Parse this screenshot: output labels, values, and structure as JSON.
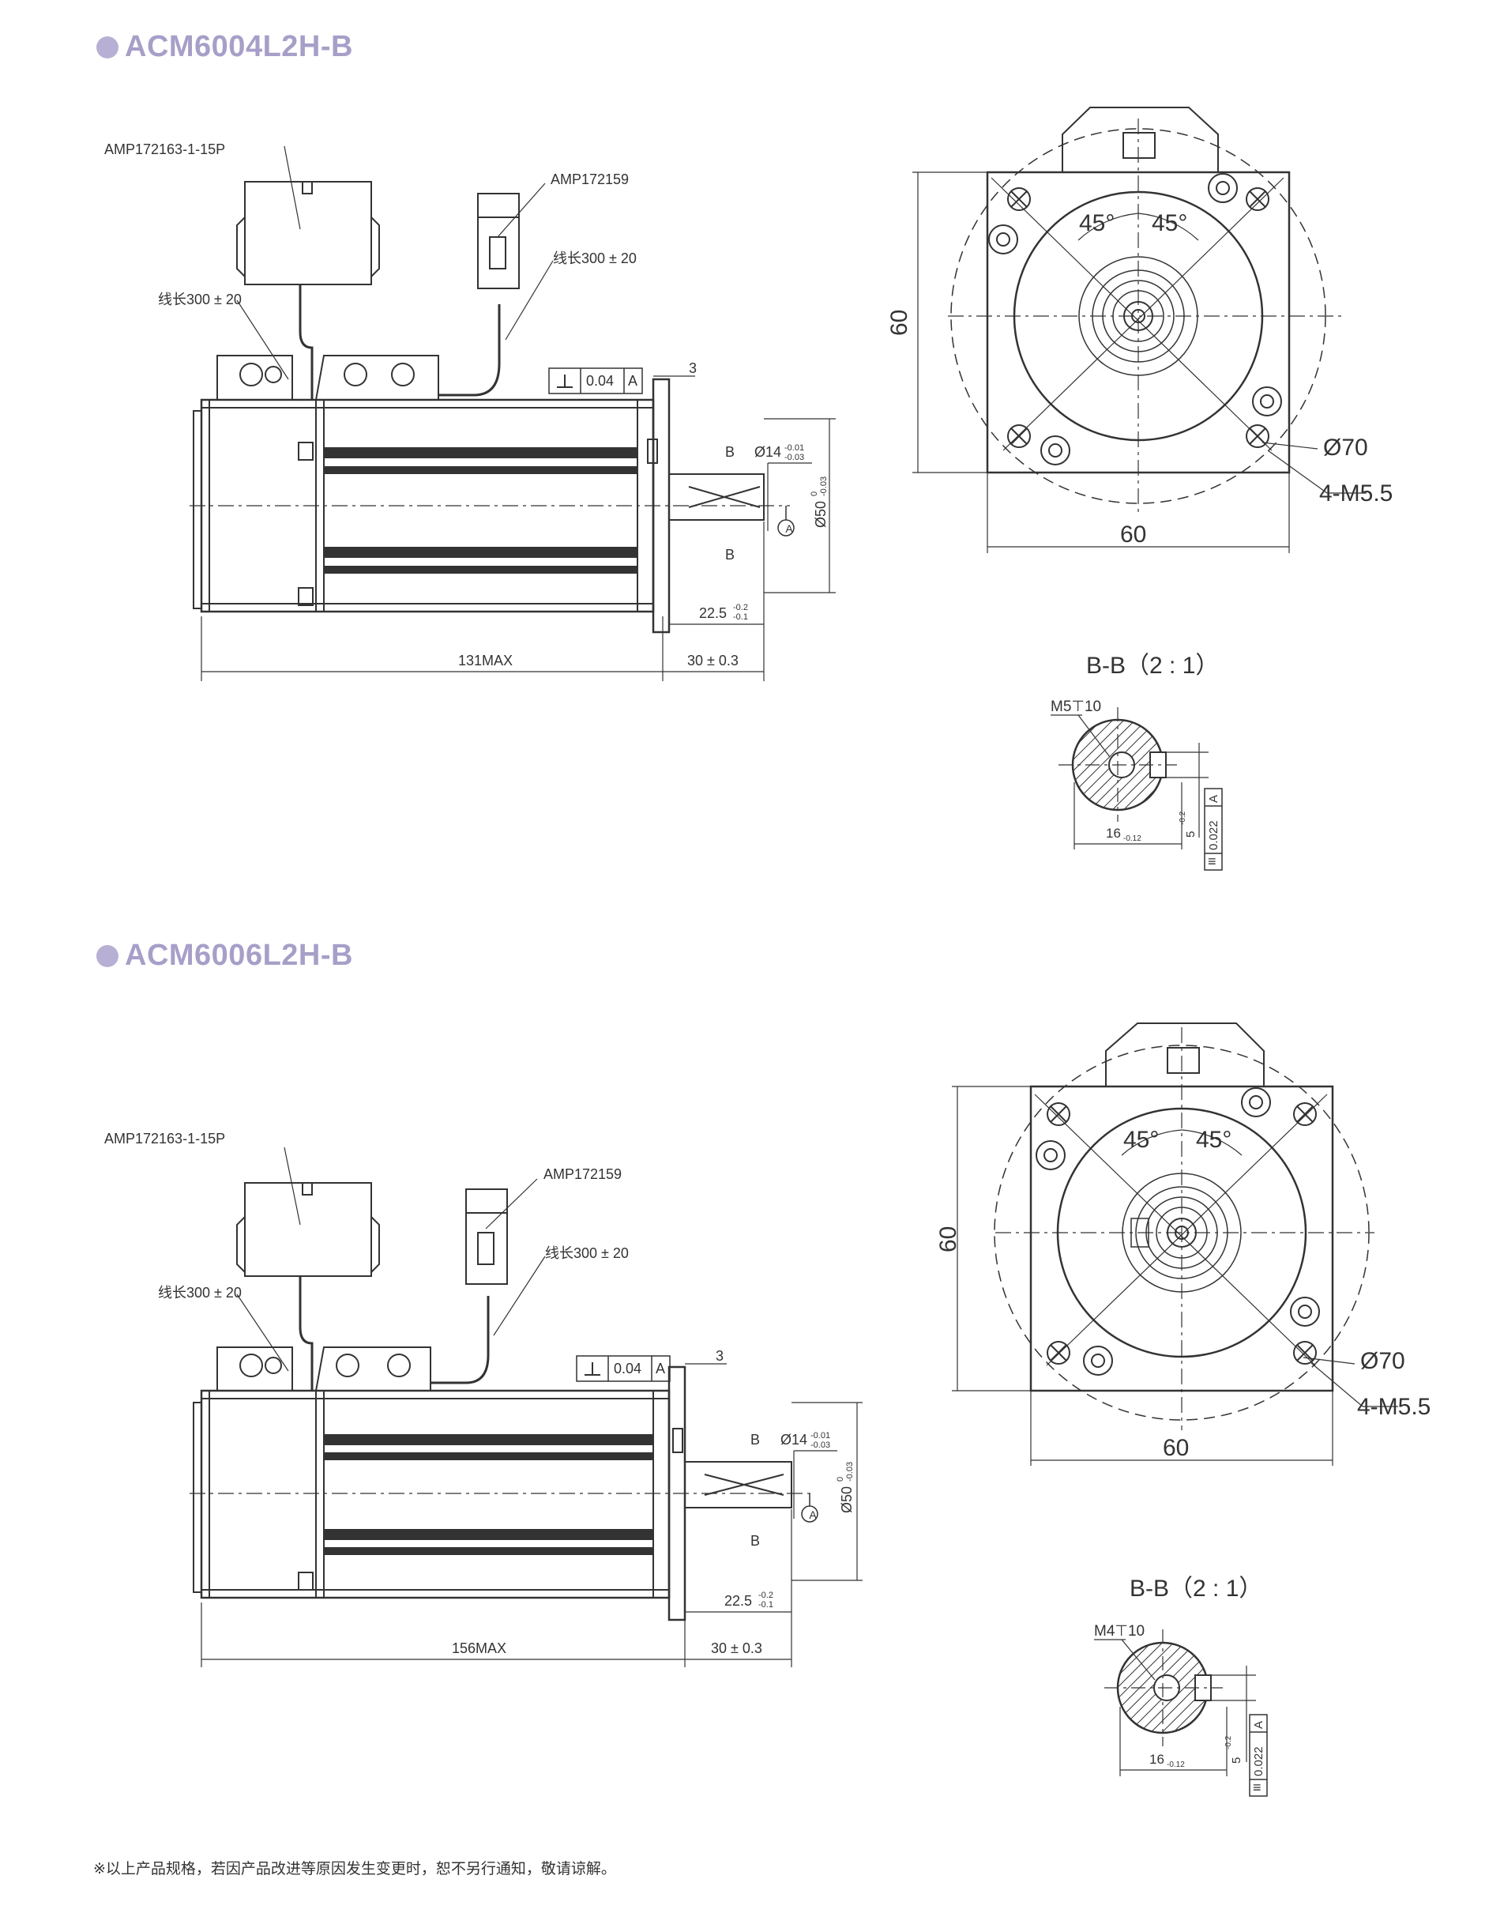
{
  "footnote": "※以上产品规格，若因产品改进等原因发生变更时，恕不另行通知，敬请谅解。",
  "colors": {
    "title": "#a79fc8",
    "line": "#333333"
  },
  "drawings": [
    {
      "title": "ACM6004L2H-B",
      "connector1": "AMP172163-1-15P",
      "connector2": "AMP172159",
      "cable1": "线长300 ± 20",
      "cable2": "线长300 ± 20",
      "tolerance_value": "0.04",
      "datum": "A",
      "flange_thickness": "3",
      "section_mark": "B",
      "shaft_dia_base": "Ø14",
      "shaft_dia_tol_upper": "-0.01",
      "shaft_dia_tol_lower": "-0.03",
      "spigot_dia_base": "Ø50",
      "spigot_dia_tol_upper": "0",
      "spigot_dia_tol_lower": "-0.03",
      "key_length_base": "22.5",
      "key_length_tol_upper": "-0.2",
      "key_length_tol_lower": "-0.1",
      "body_length": "131MAX",
      "shaft_length": "30 ± 0.3",
      "front_height": "60",
      "front_width": "60",
      "angle_left": "45°",
      "angle_right": "45°",
      "pcd": "Ø70",
      "holes": "4-M5.5",
      "section_title": "B-B（2 : 1）",
      "section_thread": "M5⊤10",
      "section_keyway_base": "16",
      "section_keyway_tol": "-0.12",
      "section_key_base": "5",
      "section_key_tol": "-0.2",
      "symmetry_value": "0.022",
      "symmetry_datum": "A"
    },
    {
      "title": "ACM6006L2H-B",
      "connector1": "AMP172163-1-15P",
      "connector2": "AMP172159",
      "cable1": "线长300 ± 20",
      "cable2": "线长300 ± 20",
      "tolerance_value": "0.04",
      "datum": "A",
      "flange_thickness": "3",
      "section_mark": "B",
      "shaft_dia_base": "Ø14",
      "shaft_dia_tol_upper": "-0.01",
      "shaft_dia_tol_lower": "-0.03",
      "spigot_dia_base": "Ø50",
      "spigot_dia_tol_upper": "0",
      "spigot_dia_tol_lower": "-0.03",
      "key_length_base": "22.5",
      "key_length_tol_upper": "-0.2",
      "key_length_tol_lower": "-0.1",
      "body_length": "156MAX",
      "shaft_length": "30 ± 0.3",
      "front_height": "60",
      "front_width": "60",
      "angle_left": "45°",
      "angle_right": "45°",
      "pcd": "Ø70",
      "holes": "4-M5.5",
      "section_title": "B-B（2 : 1）",
      "section_thread": "M4⊤10",
      "section_keyway_base": "16",
      "section_keyway_tol": "-0.12",
      "section_key_base": "5",
      "section_key_tol": "-0.2",
      "symmetry_value": "0.022",
      "symmetry_datum": "A"
    }
  ]
}
